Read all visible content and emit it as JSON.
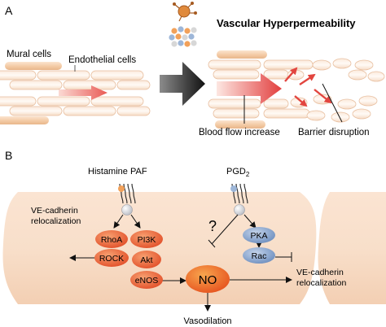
{
  "panel_a": {
    "letter": "A",
    "title": "Vascular Hyperpermeability",
    "mural_cells": "Mural cells",
    "endothelial_cells": "Endothelial cells",
    "blood_flow": "Blood flow increase",
    "barrier_disruption": "Barrier disruption"
  },
  "panel_b": {
    "letter": "B",
    "mediators_left": "Histamine PAF",
    "pgd_prefix": "PGD",
    "pgd_sub": "2",
    "ve_left_1": "VE-cadherin",
    "ve_left_2": "relocalization",
    "rhoa": "RhoA",
    "pi3k": "PI3K",
    "rock": "ROCK",
    "akt": "Akt",
    "enos": "eNOS",
    "no": "NO",
    "pka": "PKA",
    "rac": "Rac",
    "question": "?",
    "ve_right_1": "VE-cadherin",
    "ve_right_2": "relocalization",
    "vasodilation": "Vasodilation"
  },
  "colors": {
    "cell_fill": "#f6e2d0",
    "node_red": "#e5502d",
    "node_blue": "#6f8fc0",
    "arrow_red": "#e2453f"
  }
}
